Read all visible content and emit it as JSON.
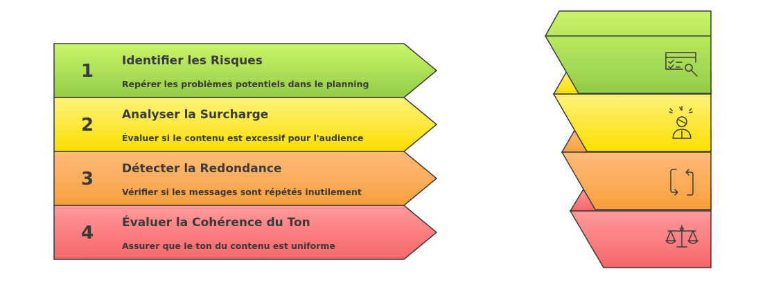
{
  "colors": {
    "outline": "#3a3a3a",
    "text": "#3a3a3a",
    "icon": "#3a3a3a",
    "green_light": "#c9f56c",
    "green_dark": "#93cc45",
    "yellow_light": "#fff27a",
    "yellow_dark": "#f9df00",
    "orange_light": "#ffbb7a",
    "orange_dark": "#f6a03c",
    "red_light": "#ff9a9a",
    "red_dark": "#f56666"
  },
  "steps": [
    {
      "number": "1",
      "title": "Identifier les Risques",
      "description": "Repérer les problèmes potentiels dans le planning",
      "color": "green",
      "icon": "checklist-search-icon"
    },
    {
      "number": "2",
      "title": "Analyser la Surcharge",
      "description": "Évaluer si le contenu est excessif pour l'audience",
      "color": "yellow",
      "icon": "stressed-person-icon"
    },
    {
      "number": "3",
      "title": "Détecter la Redondance",
      "description": "Vérifier si les messages sont répétés inutilement",
      "color": "orange",
      "icon": "repeat-arrows-icon"
    },
    {
      "number": "4",
      "title": "Évaluer la Cohérence du Ton",
      "description": "Assurer que le ton du contenu est uniforme",
      "color": "red",
      "icon": "balance-scale-icon"
    }
  ]
}
